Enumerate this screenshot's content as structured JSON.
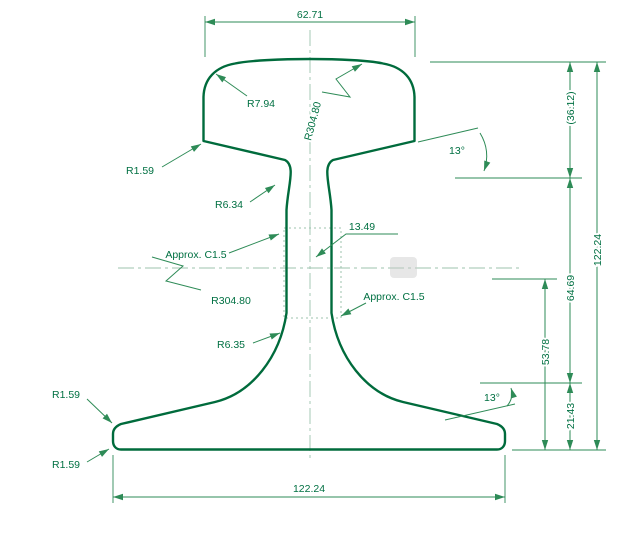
{
  "drawing": {
    "colors": {
      "outline": "#006b3c",
      "dimension": "#2e8b57",
      "text": "#007042",
      "centerline": "#9cc3ae",
      "background": "#ffffff"
    },
    "labels": {
      "head_width": "62.71",
      "head_corner_radius": "R7.94",
      "crown_radius": "R304.80",
      "head_depth_ref": "(36.12)",
      "head_underside_angle": "13°",
      "head_edge_radius": "R1.59",
      "upper_web_radius": "R6.34",
      "upper_chamfer": "Approx. C1.5",
      "web_thickness": "13.49",
      "lower_chamfer": "Approx. C1.5",
      "web_face_radius": "R304.80",
      "lower_web_radius": "R6.35",
      "mid_height": "64.69",
      "lower_height": "53.78",
      "total_height": "122.24",
      "foot_edge_height": "21.43",
      "foot_top_angle": "13°",
      "foot_upper_radius": "R1.59",
      "foot_lower_radius": "R1.59",
      "base_width": "122.24"
    }
  }
}
